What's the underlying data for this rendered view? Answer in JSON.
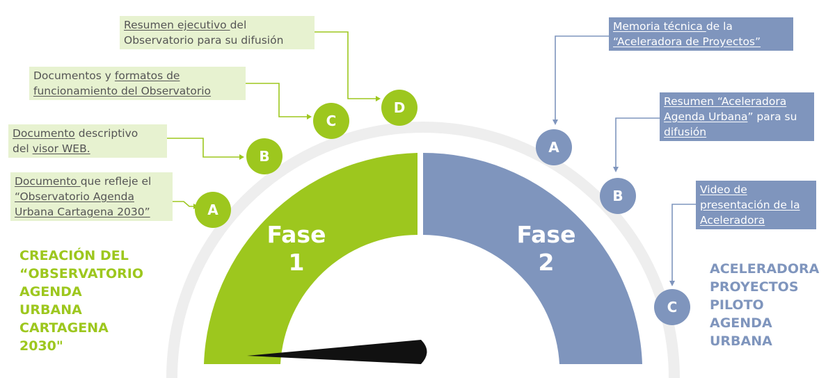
{
  "colors": {
    "green": "#9dc71e",
    "blue": "#7f95bd",
    "light_green": "#e7f2d0",
    "grey_track": "#eeeeee",
    "needle": "#111111"
  },
  "phase1": {
    "line1": "Fase",
    "line2": "1"
  },
  "phase2": {
    "line1": "Fase",
    "line2": "2"
  },
  "left_title": [
    "CREACIÓN DEL",
    "“OBSERVATORIO",
    "AGENDA",
    "URBANA",
    "CARTAGENA",
    "2030\""
  ],
  "right_title": [
    "ACELERADORA",
    "PROYECTOS",
    "PILOTO",
    "AGENDA",
    "URBANA"
  ],
  "green_items": [
    {
      "letter": "A",
      "parts": [
        {
          "t": "Documento ",
          "u": true
        },
        {
          "t": "que refleje el",
          "u": false
        },
        {
          "br": true
        },
        {
          "t": "“Observatorio Agenda",
          "u": true
        },
        {
          "br": true
        },
        {
          "t": "Urbana Cartagena 2030”",
          "u": true
        }
      ]
    },
    {
      "letter": "B",
      "parts": [
        {
          "t": "Documento",
          "u": true
        },
        {
          "t": " descriptivo",
          "u": false
        },
        {
          "br": true
        },
        {
          "t": "del ",
          "u": false
        },
        {
          "t": "visor WEB.",
          "u": true
        }
      ]
    },
    {
      "letter": "C",
      "parts": [
        {
          "t": "Documentos y ",
          "u": false
        },
        {
          "t": "formatos de",
          "u": true
        },
        {
          "br": true
        },
        {
          "t": "funcionamiento del Observatorio",
          "u": true
        }
      ]
    },
    {
      "letter": "D",
      "parts": [
        {
          "t": "Resumen ejecutivo ",
          "u": true
        },
        {
          "t": "del",
          "u": false
        },
        {
          "br": true
        },
        {
          "t": "Observatorio para su difusión",
          "u": false
        }
      ]
    }
  ],
  "blue_items": [
    {
      "letter": "A",
      "parts": [
        {
          "t": "Memoria técnica ",
          "u": true
        },
        {
          "t": "de la",
          "u": false
        },
        {
          "br": true
        },
        {
          "t": "“Aceleradora de Proyectos”",
          "u": true
        }
      ]
    },
    {
      "letter": "B",
      "parts": [
        {
          "t": "Resumen “Aceleradora",
          "u": true
        },
        {
          "br": true
        },
        {
          "t": "Agenda Urbana",
          "u": true
        },
        {
          "t": "” para su",
          "u": false
        },
        {
          "br": true
        },
        {
          "t": "difusión",
          "u": true
        }
      ]
    },
    {
      "letter": "C",
      "parts": [
        {
          "t": "Video de",
          "u": true
        },
        {
          "br": true
        },
        {
          "t": "presentación de la",
          "u": true
        },
        {
          "br": true
        },
        {
          "t": "Aceleradora",
          "u": true
        }
      ]
    }
  ]
}
